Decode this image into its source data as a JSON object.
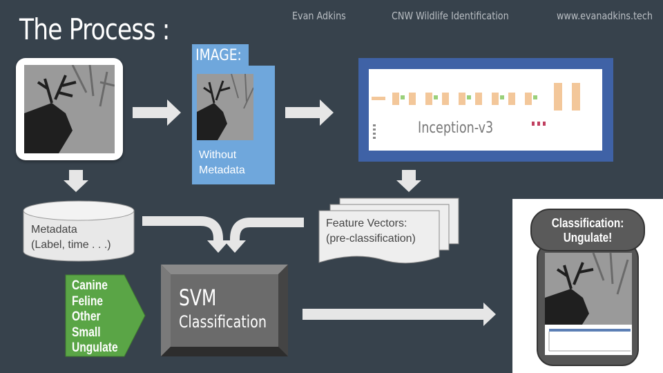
{
  "header": {
    "title": "The Process :",
    "author": "Evan Adkins",
    "project": "CNW Wildlife Identification",
    "website": "www.evanadkins.tech"
  },
  "image_box": {
    "tab_label": "IMAGE:",
    "caption_line1": "Without",
    "caption_line2": "Metadata"
  },
  "inception": {
    "label": "Inception-v3"
  },
  "metadata": {
    "line1": "Metadata",
    "line2": "(Label, time . . .)"
  },
  "feature_vectors": {
    "line1": "Feature Vectors:",
    "line2": "(pre-classification)"
  },
  "svm": {
    "title": "SVM",
    "subtitle": "Classification"
  },
  "classes": [
    "Canine",
    "Feline",
    "Other",
    "Small",
    "Ungulate"
  ],
  "result": {
    "line1": "Classification:",
    "line2": "Ungulate!"
  },
  "colors": {
    "background": "#37424c",
    "image_blue": "#6fa7dc",
    "inception_blue": "#3f62a6",
    "class_green": "#5aa546",
    "svm_gray": "#6b6b6b"
  }
}
